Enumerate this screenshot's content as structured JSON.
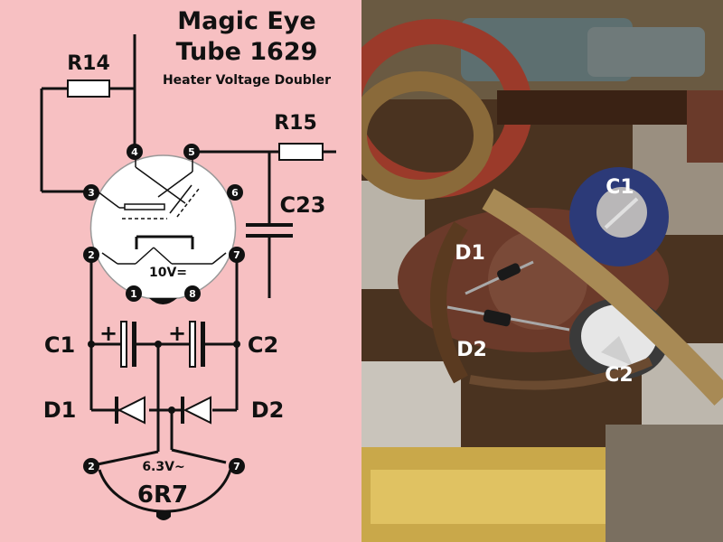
{
  "title": {
    "line1": "Magic  Eye",
    "line2": "Tube 1629",
    "subtitle": "Heater Voltage Doubler"
  },
  "components": {
    "r14": "R14",
    "r15": "R15",
    "c23": "C23",
    "c1": "C1",
    "c2": "C2",
    "d1": "D1",
    "d2": "D2",
    "plus": "+"
  },
  "tube_1629": {
    "pins": [
      "1",
      "2",
      "3",
      "4",
      "5",
      "6",
      "7",
      "8"
    ],
    "heater_voltage": "10V="
  },
  "tube_6r7": {
    "name": "6R7",
    "pins": [
      "2",
      "7"
    ],
    "heater_voltage": "6.3V~"
  },
  "photo": {
    "labels": [
      "C1",
      "D1",
      "D2",
      "C2"
    ]
  },
  "colors": {
    "schematic_bg": "#f7c0c2",
    "wire": "#111111",
    "tube_glass": "#ffffff",
    "label_text": "#111111",
    "photo_label": "#ffffff"
  }
}
